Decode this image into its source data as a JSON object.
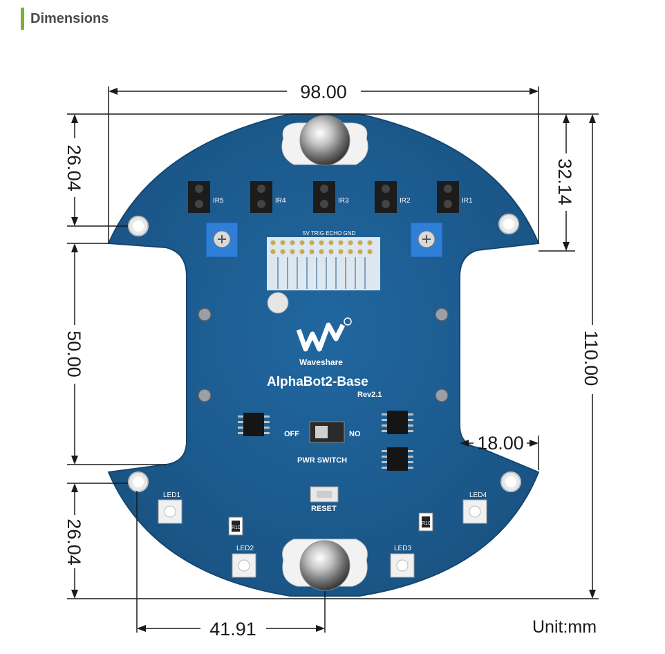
{
  "header": {
    "title": "Dimensions"
  },
  "dimensions": {
    "width_top": "98.00",
    "left_top": "26.04",
    "right_top": "32.14",
    "left_middle": "50.00",
    "total_height": "110.00",
    "notch_depth": "18.00",
    "left_bottom": "26.04",
    "bottom_offset": "41.91"
  },
  "unit_label": "Unit:mm",
  "board": {
    "brand": "Waveshare",
    "model": "AlphaBot2-Base",
    "revision": "Rev2.1",
    "ir_sensors": [
      "IR5",
      "IR4",
      "IR3",
      "IR2",
      "IR1"
    ],
    "header_top_label": "5V TRIG ECHO GND",
    "switch_off": "OFF",
    "switch_on": "NO",
    "switch_label": "PWR SWITCH",
    "reset_label": "RESET",
    "leds": [
      "LED1",
      "LED2",
      "LED3",
      "LED4"
    ],
    "resistor_code": "R10",
    "colors": {
      "pcb": "#1e5a8c",
      "accent": "#7bb03a",
      "potentiometer": "#2f7fd6"
    }
  }
}
